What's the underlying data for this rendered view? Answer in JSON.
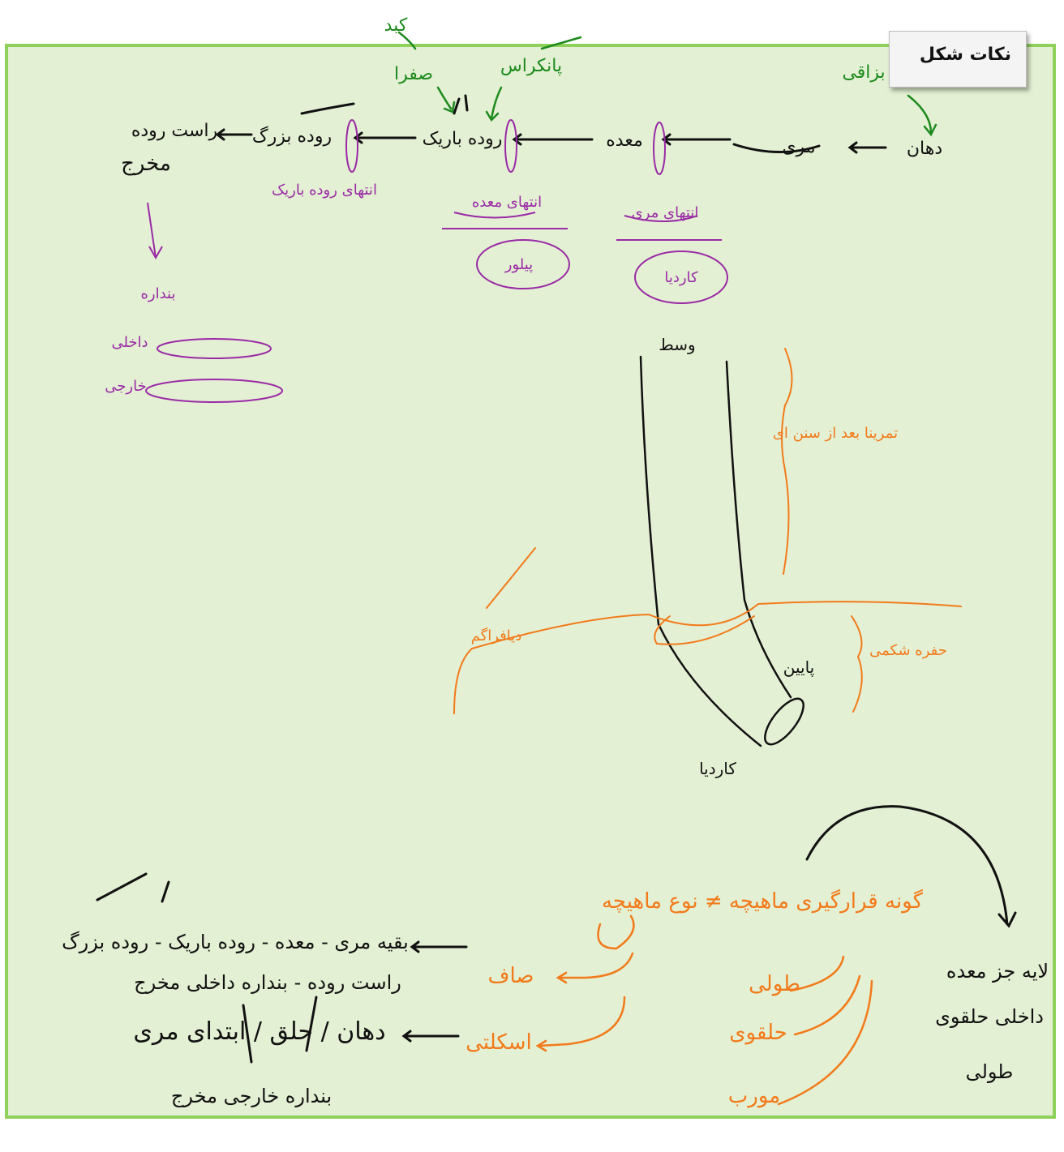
{
  "note": {
    "title": "نکات شکل"
  },
  "colors": {
    "black": "#111111",
    "green": "#1d8a1d",
    "purple": "#9a2aa6",
    "orange": "#f27a1a",
    "panel": "#e3f0d3",
    "border": "#8fd15a"
  },
  "top_flow": {
    "mouth": "دهان",
    "esophagus": "مری",
    "stomach": "معده",
    "small_intestine": "روده باریک",
    "large_intestine": "روده بزرگ",
    "rectum": "راست روده",
    "anus": "مخرج",
    "salivary": "غدد بزاقی",
    "liver": "کبد",
    "gall": "صفرا",
    "pancreas": "پانکراس",
    "end_small": "انتهای روده باریک",
    "end_stomach": "انتهای معده",
    "pylorus": "پیلور",
    "end_esophagus": "انتهای مری",
    "cardia": "کاردیا",
    "sphincter": "بنداره",
    "internal": "داخلی",
    "external": "خارجی"
  },
  "diagram": {
    "middle": "وسط",
    "below_neck": "تمرینا بعد از سنن ای",
    "diaphragm": "دیافراگم",
    "abdomen": "حفره شکمی",
    "low": "پایین",
    "cardia": "کاردیا"
  },
  "bottom": {
    "heading": "گونه قرارگیری ماهیچه ≠ نوع ماهیچه",
    "smooth": "صاف",
    "striated": "اسکلتی",
    "longitudinal": "طولی",
    "circular": "حلقوی",
    "oblique": "مورب",
    "smooth_list_1": "بقیه مری - معده - روده باریک - روده بزرگ",
    "smooth_list_2": "راست روده - بنداره داخلی مخرج",
    "striated_list": "دهان / حلق / ابتدای مری",
    "external_sphincter": "بنداره خارجی مخرج",
    "right_1": "لایه جز معده",
    "right_2": "داخلی حلقوی",
    "right_3": "طولی"
  }
}
